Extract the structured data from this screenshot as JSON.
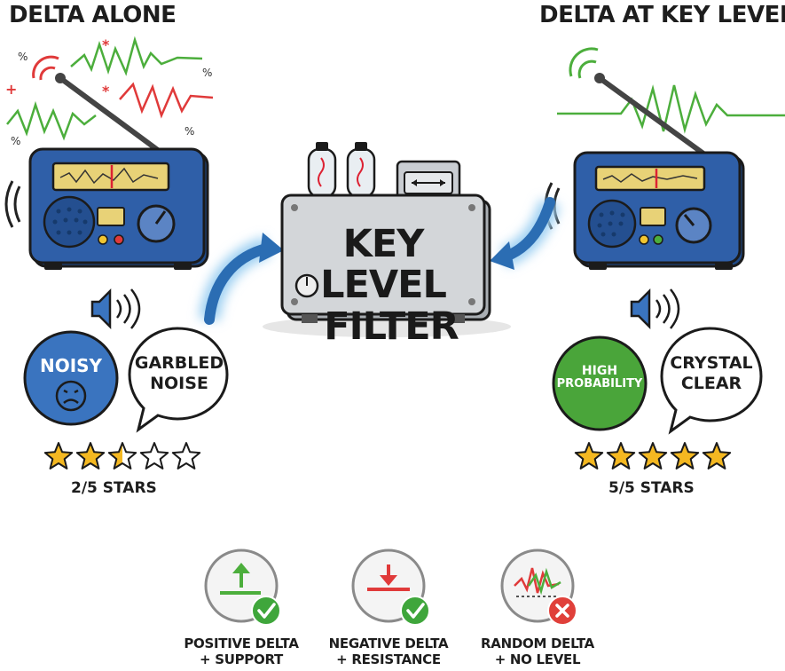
{
  "left": {
    "heading": "DELTA ALONE",
    "badge": "NOISY",
    "bubble": [
      "GARBLED",
      "NOISE"
    ],
    "rating": 2.5,
    "rating_label": "2/5 STARS"
  },
  "right": {
    "heading": "DELTA AT KEY LEVEL",
    "badge": [
      "HIGH",
      "PROBABILITY"
    ],
    "bubble": [
      "CRYSTAL",
      "CLEAR"
    ],
    "rating": 5,
    "rating_label": "5/5 STARS"
  },
  "filter": {
    "line1": "KEY LEVEL",
    "line2": "FILTER"
  },
  "conditions": [
    {
      "line1": "POSITIVE DELTA",
      "line2": "+ SUPPORT",
      "icon": "arrow-up-support-icon",
      "status": "check"
    },
    {
      "line1": "NEGATIVE DELTA",
      "line2": "+ RESISTANCE",
      "icon": "arrow-down-resistance-icon",
      "status": "check"
    },
    {
      "line1": "RANDOM DELTA",
      "line2": "+ NO LEVEL",
      "icon": "random-wave-icon",
      "status": "cross"
    }
  ],
  "colors": {
    "radio_blue": "#2f5fa8",
    "noisy_badge": "#3a74bf",
    "high_prob_badge": "#4aa53a",
    "noise_red": "#e03a3a",
    "signal_green": "#4cae3c",
    "check_green": "#3fa63b",
    "cross_red": "#e0403a",
    "star_gold": "#f4b821",
    "arrow_blue": "#2b6db3"
  }
}
